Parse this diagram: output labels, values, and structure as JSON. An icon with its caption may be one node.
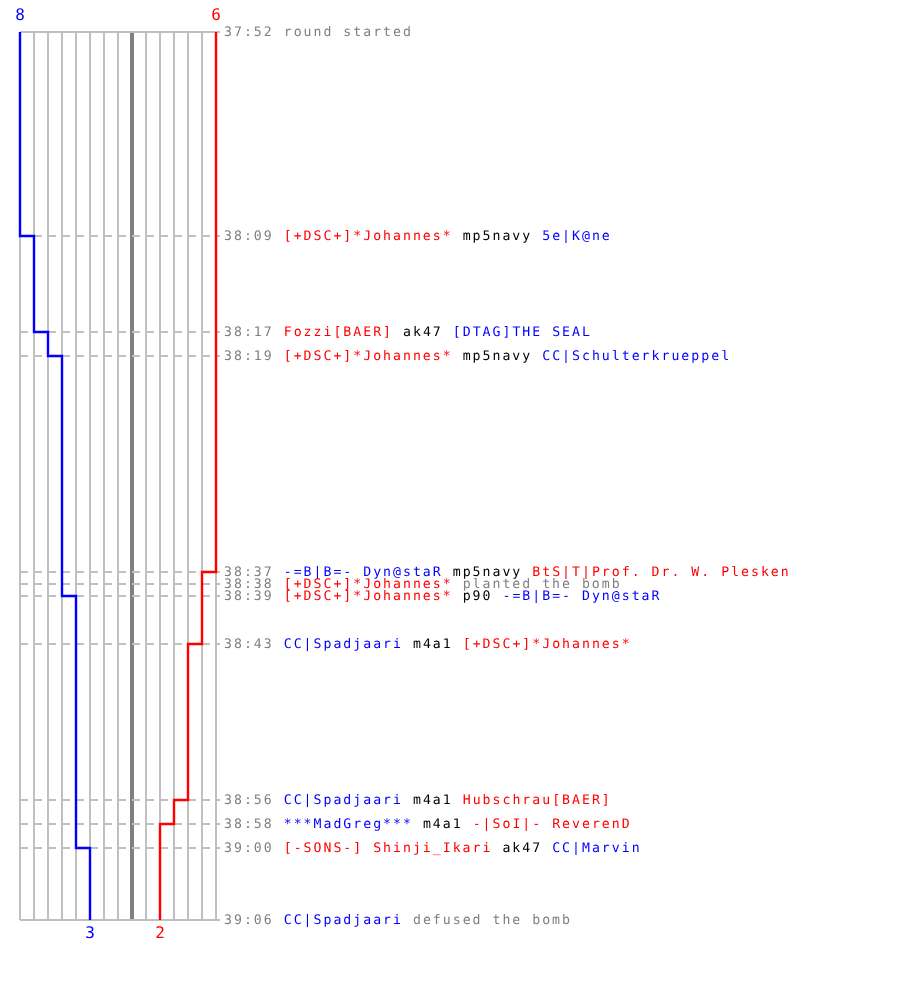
{
  "diagram": {
    "labels": [
      "8",
      "6",
      "37:52",
      "round started",
      "38:09",
      "[+DSC+]*Johannes*",
      "mp5navy",
      "5e|K@ne",
      "38:17",
      "Fozzi[BAER]",
      "ak47",
      "[DTAG]THE SEAL",
      "38:19",
      "[+DSC+]*Johannes*",
      "mp5navy",
      "CC|Schulterkrueppel",
      "38:37",
      "-=B|B=- Dyn@staR",
      "mp5navy",
      "BtS|T|Prof. Dr. W. Plesken",
      "38:38",
      "[+DSC+]*Johannes*",
      "planted the bomb",
      "38:39",
      "[+DSC+]*Johannes*",
      "p90",
      "-=B|B=- Dyn@staR",
      "38:43",
      "CC|Spadjaari",
      "m4a1",
      "[+DSC+]*Johannes*",
      "38:56",
      "CC|Spadjaari",
      "m4a1",
      "Hubschrau[BAER]",
      "38:58",
      "***MadGreg***",
      "m4a1",
      "-|SoI|- ReverenD",
      "39:00",
      "[-SONS-] Shinji_Ikari",
      "ak47",
      "CC|Marvin",
      "39:06",
      "CC|Spadjaari",
      "defused the bomb",
      "3",
      "2"
    ]
  }
}
